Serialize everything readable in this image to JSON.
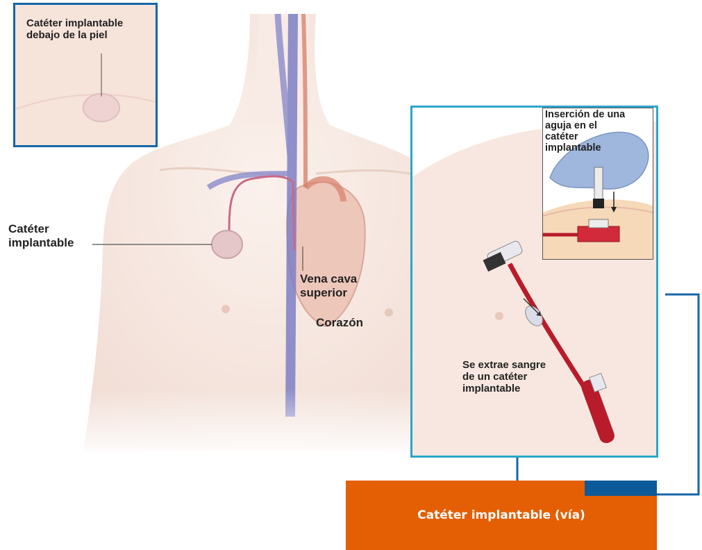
{
  "labels": {
    "inset_top": "Catéter implantable\ndebajo de la piel",
    "port_left": "Catéter\nimplantable",
    "vena_cava": "Vena cava\nsuperior",
    "corazon": "Corazón",
    "needle_inset": "Inserción de una\naguja en el\ncatéter\nimplantable",
    "blood_draw": "Se extrae sangre\nde un catéter\nimplantable"
  },
  "caption": {
    "text": "Catéter implantable (vía)"
  },
  "colors": {
    "frame_dark_blue": "#1565a8",
    "frame_cyan": "#2aa6c9",
    "caption_bg": "#e45f04",
    "caption_accent": "#0c5a99",
    "skin": "#f6e6df",
    "vein": "#7d7fc4",
    "artery": "#d9836e",
    "blood": "#b81c2a"
  }
}
